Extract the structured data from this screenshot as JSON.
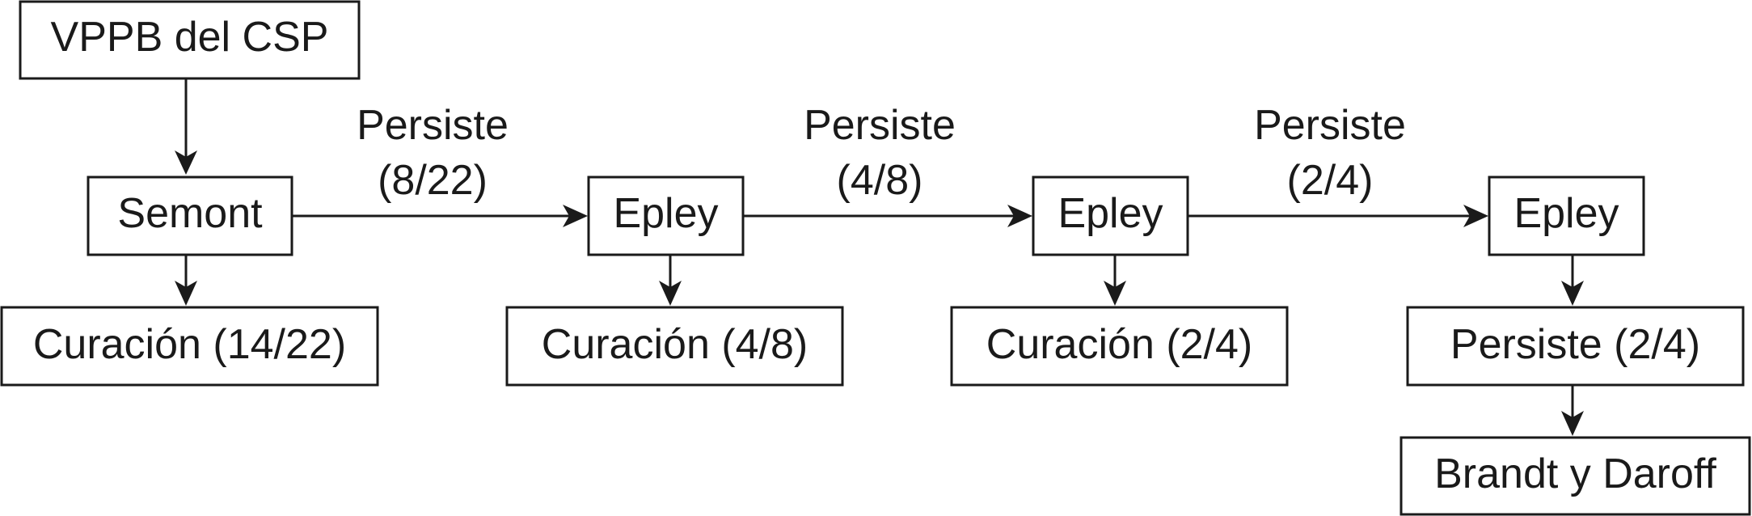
{
  "diagram": {
    "nodes": {
      "vppb": "VPPB del CSP",
      "semont": "Semont",
      "epley1": "Epley",
      "epley2": "Epley",
      "epley3": "Epley",
      "curacion1": "Curación (14/22)",
      "curacion2": "Curación (4/8)",
      "curacion3": "Curación (2/4)",
      "persiste_final": "Persiste (2/4)",
      "brandt": "Brandt y Daroff"
    },
    "edge_labels": {
      "semont_to_epley1": {
        "line1": "Persiste",
        "line2": "(8/22)"
      },
      "epley1_to_epley2": {
        "line1": "Persiste",
        "line2": "(4/8)"
      },
      "epley2_to_epley3": {
        "line1": "Persiste",
        "line2": "(2/4)"
      }
    },
    "colors": {
      "stroke": "#1a1a1a",
      "background": "#ffffff"
    }
  }
}
